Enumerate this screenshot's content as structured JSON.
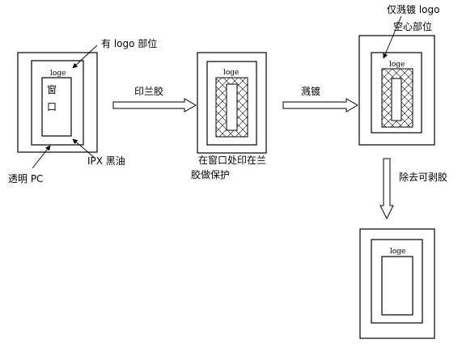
{
  "stage1": {
    "logo_text": "loge",
    "window_char1": "窗",
    "window_char2": "口",
    "label_logo_area": "有 logo 部位",
    "label_black_ink": "IPX 黑油",
    "label_pc": "透明 PC"
  },
  "arrow1_label": "印兰胶",
  "stage2": {
    "logo_text": "loge",
    "caption_line1": "在窗口处印在兰",
    "caption_line2": "胶做保护"
  },
  "arrow2_label": "溅镀",
  "stage3": {
    "logo_text": "loge",
    "label_line1": "仅溅镀 logo",
    "label_line2": "空心部位"
  },
  "arrow3_label": "除去可剥胶",
  "stage4": {
    "logo_text": "loge"
  }
}
